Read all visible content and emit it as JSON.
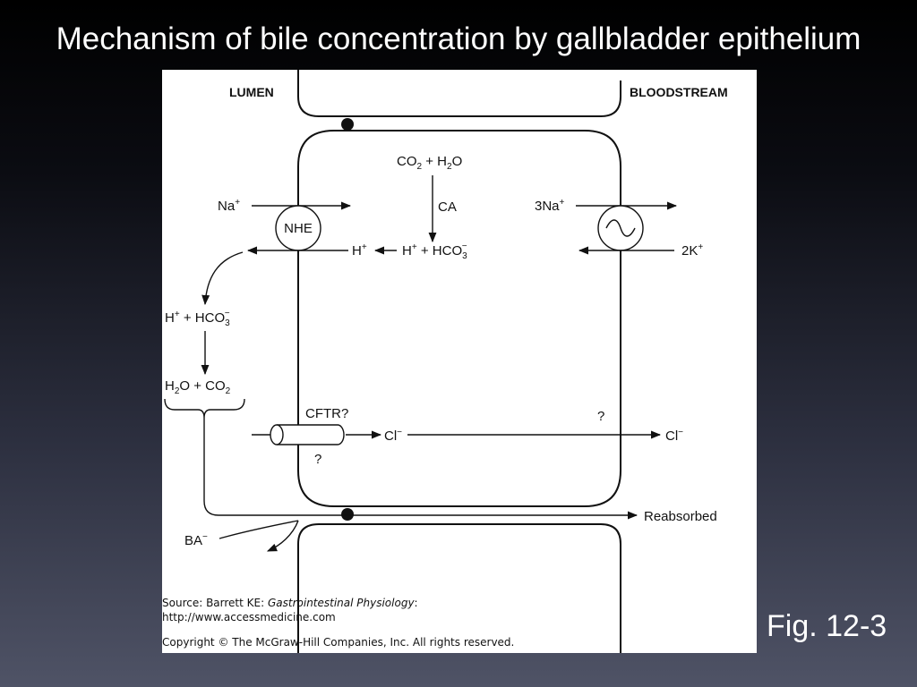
{
  "slide": {
    "title": "Mechanism of bile concentration by gallbladder epithelium",
    "figure_label": "Fig. 12-3"
  },
  "diagram": {
    "lumen_label": "LUMEN",
    "bloodstream_label": "BLOODSTREAM",
    "co2": "CO",
    "co2_sub": "2",
    "plus_h2o_prefix": " + H",
    "h2o_sub": "2",
    "o_suffix": "O",
    "ca_label": "CA",
    "na_label": "Na",
    "na_sup": "+",
    "nhe_label": "NHE",
    "h_label": "H",
    "h_sup": "+",
    "h_hco3_h": "H",
    "h_hco3_sup": "+",
    "h_hco3_mid": " + HCO",
    "hco3_sub": "3",
    "hco3_sup": "−",
    "three_na_label": "3Na",
    "three_na_sup": "+",
    "two_k_label": "2K",
    "two_k_sup": "+",
    "left_h_hco3_h": "H",
    "left_h_hco3_sup": "+",
    "left_h_hco3_mid": " + HCO",
    "left_hco3_sub": "3",
    "left_hco3_sup": "−",
    "left_h2o_h": "H",
    "left_h2o_sub": "2",
    "left_h2o_mid": "O + CO",
    "left_co2_sub": "2",
    "cftr_label": "CFTR?",
    "question_mark_lower": "?",
    "question_mark_right": "?",
    "cl_left_label": "Cl",
    "cl_left_sup": "−",
    "cl_right_label": "Cl",
    "cl_right_sup": "−",
    "reabsorbed_label": "Reabsorbed",
    "ba_label": "BA",
    "ba_sup": "−"
  },
  "source": {
    "prefix": "Source: Barrett KE: ",
    "book": "Gastrointestinal Physiology",
    "colon": ":",
    "url": "http://www.accessmedicine.com",
    "copyright": "Copyright © The McGraw-Hill Companies, Inc. All rights reserved."
  }
}
